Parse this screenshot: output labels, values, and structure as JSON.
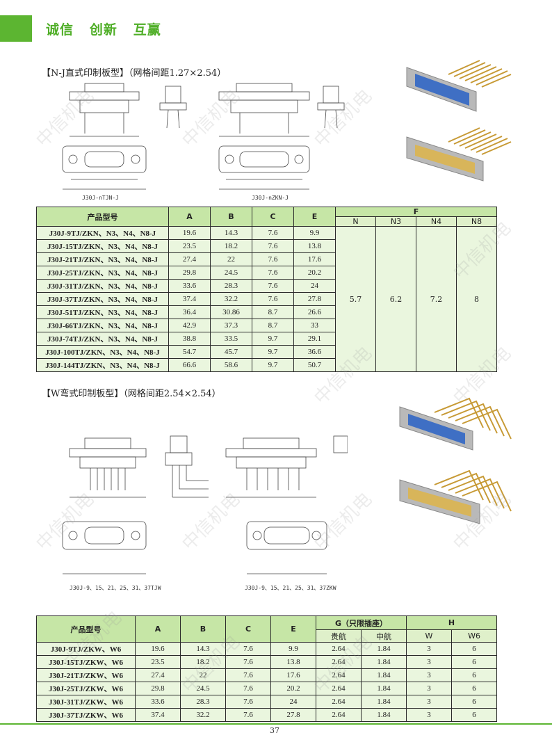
{
  "header": {
    "slogan": "诚信   创新   互赢"
  },
  "section1": {
    "title": "【N-J直式印制板型】（网格间距1.27×2.54）",
    "captions": [
      "J30J-nTJN-J",
      "J30J-nZKN-J"
    ],
    "table": {
      "headers": [
        "产品型号",
        "A",
        "B",
        "C",
        "E"
      ],
      "f_header": "F",
      "f_subheaders": [
        "N",
        "N3",
        "N4",
        "N8"
      ],
      "f_values": [
        "5.7",
        "6.2",
        "7.2",
        "8"
      ],
      "rows": [
        {
          "model": "J30J-9TJ/ZKN、N3、N4、N8-J",
          "A": "19.6",
          "B": "14.3",
          "C": "7.6",
          "E": "9.9"
        },
        {
          "model": "J30J-15TJ/ZKN、N3、N4、N8-J",
          "A": "23.5",
          "B": "18.2",
          "C": "7.6",
          "E": "13.8"
        },
        {
          "model": "J30J-21TJ/ZKN、N3、N4、N8-J",
          "A": "27.4",
          "B": "22",
          "C": "7.6",
          "E": "17.6"
        },
        {
          "model": "J30J-25TJ/ZKN、N3、N4、N8-J",
          "A": "29.8",
          "B": "24.5",
          "C": "7.6",
          "E": "20.2"
        },
        {
          "model": "J30J-31TJ/ZKN、N3、N4、N8-J",
          "A": "33.6",
          "B": "28.3",
          "C": "7.6",
          "E": "24"
        },
        {
          "model": "J30J-37TJ/ZKN、N3、N4、N8-J",
          "A": "37.4",
          "B": "32.2",
          "C": "7.6",
          "E": "27.8"
        },
        {
          "model": "J30J-51TJ/ZKN、N3、N4、N8-J",
          "A": "36.4",
          "B": "30.86",
          "C": "8.7",
          "E": "26.6"
        },
        {
          "model": "J30J-66TJ/ZKN、N3、N4、N8-J",
          "A": "42.9",
          "B": "37.3",
          "C": "8.7",
          "E": "33"
        },
        {
          "model": "J30J-74TJ/ZKN、N3、N4、N8-J",
          "A": "38.8",
          "B": "33.5",
          "C": "9.7",
          "E": "29.1"
        },
        {
          "model": "J30J-100TJ/ZKN、N3、N4、N8-J",
          "A": "54.7",
          "B": "45.7",
          "C": "9.7",
          "E": "36.6"
        },
        {
          "model": "J30J-144TJ/ZKN、N3、N4、N8-J",
          "A": "66.6",
          "B": "58.6",
          "C": "9.7",
          "E": "50.7"
        }
      ]
    }
  },
  "section2": {
    "title": "【W弯式印制板型】（网格间距2.54×2.54）",
    "captions": [
      "J30J-9、15、21、25、31、37TJW",
      "J30J-9、15、21、25、31、37ZKW"
    ],
    "table": {
      "headers": [
        "产品型号",
        "A",
        "B",
        "C",
        "E"
      ],
      "g_header": "G（只限插座）",
      "g_subheaders": [
        "贵航",
        "中航"
      ],
      "h_header": "H",
      "h_subheaders": [
        "W",
        "W6"
      ],
      "rows": [
        {
          "model": "J30J-9TJ/ZKW、W6",
          "A": "19.6",
          "B": "14.3",
          "C": "7.6",
          "E": "9.9",
          "G1": "2.64",
          "G2": "1.84",
          "H1": "3",
          "H2": "6"
        },
        {
          "model": "J30J-15TJ/ZKW、W6",
          "A": "23.5",
          "B": "18.2",
          "C": "7.6",
          "E": "13.8",
          "G1": "2.64",
          "G2": "1.84",
          "H1": "3",
          "H2": "6"
        },
        {
          "model": "J30J-21TJ/ZKW、W6",
          "A": "27.4",
          "B": "22",
          "C": "7.6",
          "E": "17.6",
          "G1": "2.64",
          "G2": "1.84",
          "H1": "3",
          "H2": "6"
        },
        {
          "model": "J30J-25TJ/ZKW、W6",
          "A": "29.8",
          "B": "24.5",
          "C": "7.6",
          "E": "20.2",
          "G1": "2.64",
          "G2": "1.84",
          "H1": "3",
          "H2": "6"
        },
        {
          "model": "J30J-31TJ/ZKW、W6",
          "A": "33.6",
          "B": "28.3",
          "C": "7.6",
          "E": "24",
          "G1": "2.64",
          "G2": "1.84",
          "H1": "3",
          "H2": "6"
        },
        {
          "model": "J30J-37TJ/ZKW、W6",
          "A": "37.4",
          "B": "32.2",
          "C": "7.6",
          "E": "27.8",
          "G1": "2.64",
          "G2": "1.84",
          "H1": "3",
          "H2": "6"
        }
      ]
    }
  },
  "watermark": "中信机电",
  "page_number": "37",
  "colors": {
    "brand_green": "#5cb531",
    "table_header": "#c6e6a6",
    "table_cell": "#eaf6de"
  }
}
